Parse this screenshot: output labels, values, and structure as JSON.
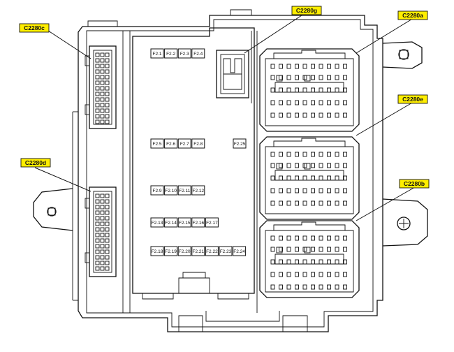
{
  "callouts": {
    "c2280c": "C2280c",
    "c2280g": "C2280g",
    "c2280a": "C2280a",
    "c2280e": "C2280e",
    "c2280d": "C2280d",
    "c2280b": "C2280b"
  },
  "fuses": [
    [
      "F2.1",
      "F2.2",
      "F2.3",
      "F2.4"
    ],
    [
      "F2.5",
      "F2.6",
      "F2.7",
      "F2.8"
    ],
    [
      "F2.25"
    ],
    [
      "F2.9",
      "F2.10",
      "F2.11",
      "F2.12"
    ],
    [
      "F2.13",
      "F2.14",
      "F2.15",
      "F2.16",
      "F2.17"
    ],
    [
      "F2.18",
      "F2.19",
      "F2.20",
      "F2.21",
      "F2.22",
      "F2.23",
      "F2.24"
    ]
  ],
  "colors": {
    "callout_fill": "#ffee00",
    "line": "#111111"
  }
}
